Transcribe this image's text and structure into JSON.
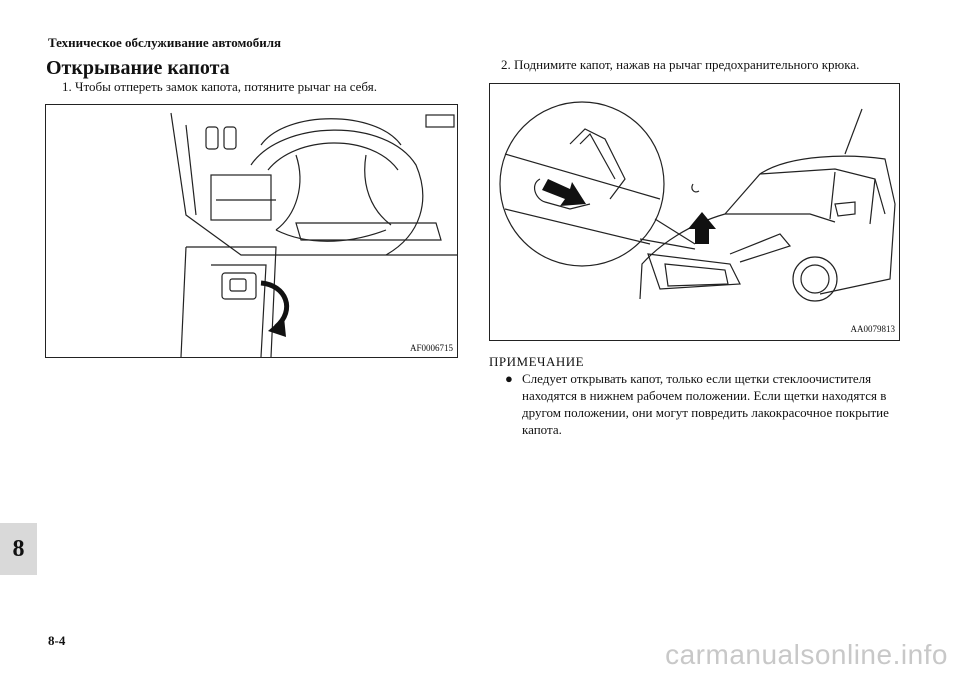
{
  "header": {
    "running_title": "Техническое обслуживание автомобиля"
  },
  "section": {
    "title": "Открывание капота"
  },
  "steps": [
    {
      "text": "1.  Чтобы отпереть замок капота, потяните рычаг на себя."
    },
    {
      "text": "2.  Поднимите капот, нажав на рычаг предохранительного крюка."
    }
  ],
  "figures": [
    {
      "code": "AF0006715",
      "icon": "hood-release-lever"
    },
    {
      "code": "AA0079813",
      "icon": "hood-safety-hook"
    }
  ],
  "note": {
    "heading": "ПРИМЕЧАНИЕ",
    "bullet": "●",
    "text": "Следует открывать капот, только если щетки стеклоочистителя находятся в нижнем рабочем положении. Если щетки находятся в другом положении, они могут повредить лакокрасочное покрытие капота."
  },
  "chapter_tab": "8",
  "page_number": "8-4",
  "watermark": "carmanualsonline.info"
}
